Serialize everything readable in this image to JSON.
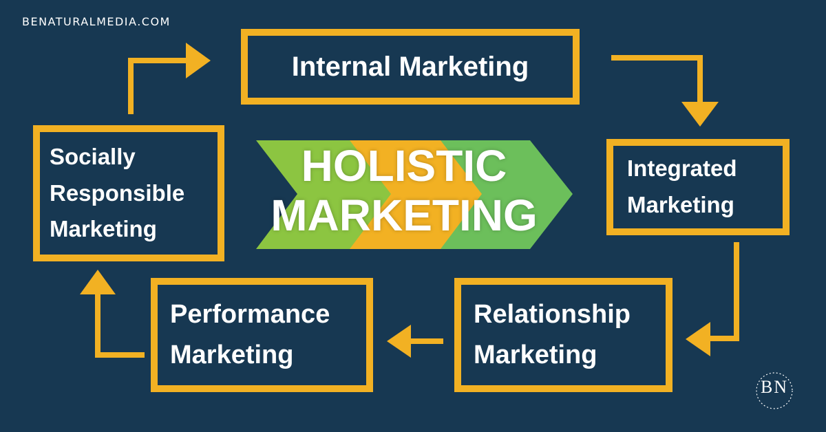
{
  "header": {
    "site": "BENATURALMEDIA.COM"
  },
  "center": {
    "line1": "HOLISTIC",
    "line2": "MARKETING"
  },
  "boxes": {
    "internal": "Internal Marketing",
    "integrated": "Integrated\nMarketing",
    "relationship": "Relationship\nMarketing",
    "performance": "Performance\nMarketing",
    "social": "Socially\nResponsible\nMarketing"
  },
  "logo": {
    "text": "BN"
  },
  "colors": {
    "background": "#173852",
    "border": "#f2b123",
    "arrow": "#f2b123",
    "chevron_green": "#7ec24a",
    "chevron_orange": "#f2b123",
    "text": "#ffffff"
  }
}
